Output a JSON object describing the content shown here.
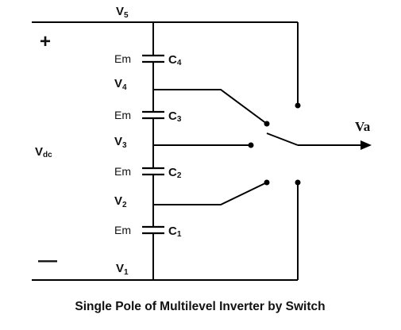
{
  "diagram": {
    "nodes": {
      "v5": {
        "main": "V",
        "sub": "5"
      },
      "v4": {
        "main": "V",
        "sub": "4"
      },
      "v3": {
        "main": "V",
        "sub": "3"
      },
      "v2": {
        "main": "V",
        "sub": "2"
      },
      "v1": {
        "main": "V",
        "sub": "1"
      }
    },
    "capacitors": [
      {
        "voltage": "Em",
        "name_main": "C",
        "name_sub": "4"
      },
      {
        "voltage": "Em",
        "name_main": "C",
        "name_sub": "3"
      },
      {
        "voltage": "Em",
        "name_main": "C",
        "name_sub": "2"
      },
      {
        "voltage": "Em",
        "name_main": "C",
        "name_sub": "1"
      }
    ],
    "dc_source": {
      "main": "V",
      "sub": "dc",
      "plus": "+",
      "minus": "—"
    },
    "output": "Va",
    "caption": "Single Pole of Multilevel Inverter by Switch"
  }
}
